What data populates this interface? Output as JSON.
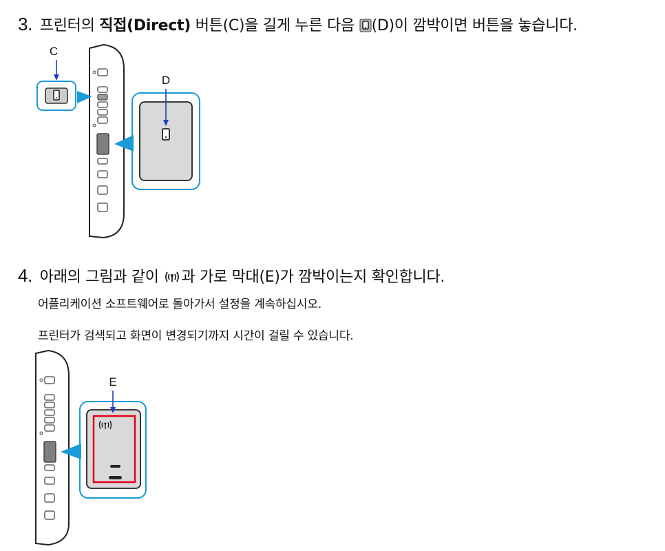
{
  "step3": {
    "number": "3.",
    "text_before": "프린터의 ",
    "bold": "직접(Direct)",
    "text_middle": " 버튼(C)을 길게 누른 다음 ",
    "text_after": "(D)이 깜박이면 버튼을 놓습니다.",
    "label_c": "C",
    "label_d": "D",
    "icon": "phone-icon"
  },
  "step4": {
    "number": "4.",
    "text_before": "아래의 그림과 같이 ",
    "text_after": "과 가로 막대(E)가 깜박이는지 확인합니다.",
    "note1": "어플리케이션 소프트웨어로 돌아가서 설정을 계속하십시오.",
    "note2": "프린터가 검색되고 화면이 변경되기까지 시간이 걸릴 수 있습니다.",
    "label_e": "E",
    "icon": "wireless-icon"
  },
  "colors": {
    "callout_blue": "#1a9ad6",
    "arrow_blue": "#1f3fbf",
    "highlight_red": "#e3001b",
    "screen_gray": "#d9d9d9",
    "button_dark": "#808080"
  }
}
